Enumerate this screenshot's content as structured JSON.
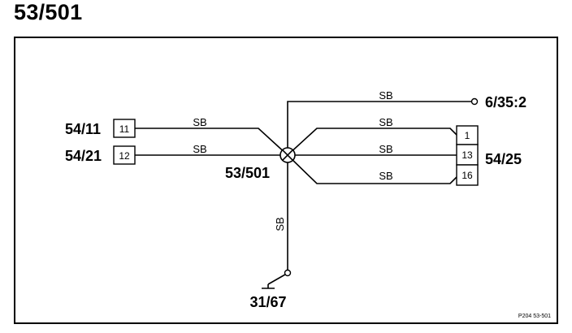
{
  "title": "53/501",
  "splice": {
    "label": "53/501"
  },
  "connectors": {
    "left_top": {
      "label": "54/11",
      "pin": "11"
    },
    "left_bottom": {
      "label": "54/21",
      "pin": "12"
    },
    "right": {
      "label": "54/25",
      "pins": [
        "1",
        "13",
        "16"
      ]
    },
    "top_right": {
      "label": "6/35:2"
    },
    "ground": {
      "label": "31/67"
    }
  },
  "wires": {
    "top": "SB",
    "left_top": "SB",
    "left_bottom": "SB",
    "right_1": "SB",
    "right_13": "SB",
    "right_16": "SB",
    "down": "SB"
  },
  "reference": "P204 53-501"
}
